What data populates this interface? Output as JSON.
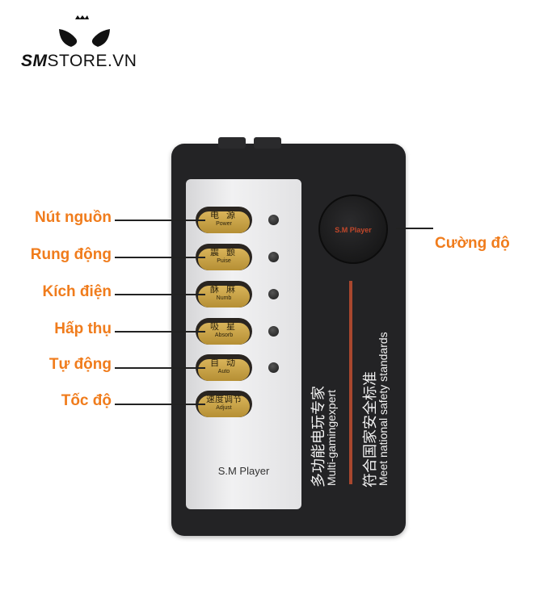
{
  "logo": {
    "brand": "SMSTORE.VN",
    "bold": "SM",
    "rest": "STORE.VN"
  },
  "labels": [
    "Nút nguồn",
    "Rung động",
    "Kích điện",
    "Hấp thụ",
    "Tự động",
    "Tốc độ"
  ],
  "intensity_label": "Cường độ",
  "device": {
    "buttons": [
      {
        "zh": "电 源",
        "en": "Power"
      },
      {
        "zh": "震 颤",
        "en": "Puise"
      },
      {
        "zh": "酥 麻",
        "en": "Numb"
      },
      {
        "zh": "吸 星",
        "en": "Absorb"
      },
      {
        "zh": "自 动",
        "en": "Auto"
      },
      {
        "zh": "速度调节",
        "en": "Adjust"
      }
    ],
    "panel_brand": "S.M Player",
    "dial_brand": "S.M Player",
    "text1_zh": "多功能电玩专家",
    "text1_en": "Multi-gamingexpert",
    "text2_zh": "符合国家安全标准",
    "text2_en": "Meet national safety standards"
  },
  "colors": {
    "label": "#f07c1c",
    "stripe": "#a9472e",
    "button": "#c9a246"
  }
}
